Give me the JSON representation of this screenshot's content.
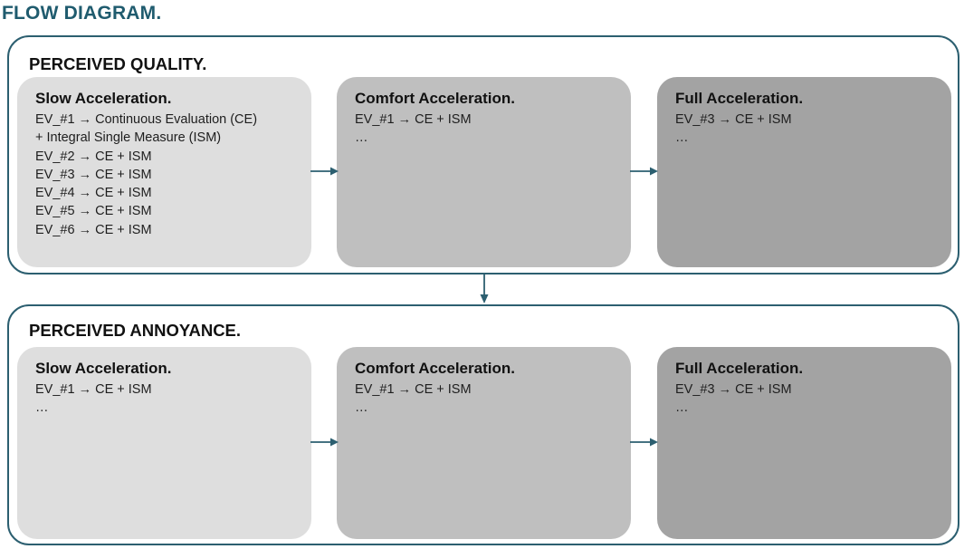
{
  "title": "FLOW DIAGRAM.",
  "sections": [
    {
      "title": "PERCEIVED QUALITY.",
      "boxes": [
        {
          "title": "Slow Acceleration.",
          "lines": [
            "EV_#1 → Continuous Evaluation (CE)",
            "+ Integral Single Measure (ISM)",
            "EV_#2 → CE + ISM",
            "EV_#3 → CE + ISM",
            "EV_#4 → CE + ISM",
            "EV_#5 → CE + ISM",
            "EV_#6 → CE + ISM"
          ]
        },
        {
          "title": "Comfort Acceleration.",
          "lines": [
            "EV_#1 → CE + ISM",
            "…"
          ]
        },
        {
          "title": "Full Acceleration.",
          "lines": [
            "EV_#3 → CE + ISM",
            "…"
          ]
        }
      ]
    },
    {
      "title": "PERCEIVED ANNOYANCE.",
      "boxes": [
        {
          "title": "Slow Acceleration.",
          "lines": [
            "EV_#1 → CE + ISM",
            "…"
          ]
        },
        {
          "title": "Comfort Acceleration.",
          "lines": [
            "EV_#1 → CE + ISM",
            "…"
          ]
        },
        {
          "title": "Full Acceleration.",
          "lines": [
            "EV_#3 → CE + ISM",
            "…"
          ]
        }
      ]
    }
  ],
  "colors": {
    "accent": "#1f5b6e",
    "border": "#2c5f70",
    "box_light": "#dedede",
    "box_mid": "#bfbfbf",
    "box_dark": "#a3a3a3"
  }
}
